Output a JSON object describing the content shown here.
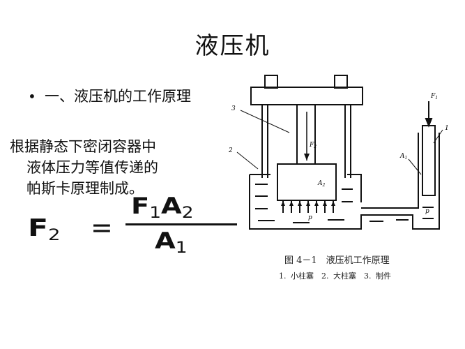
{
  "title": "液压机",
  "bullet": {
    "marker": "•",
    "text": "一、液压机的工作原理"
  },
  "paragraph": {
    "line1": "根据静态下密闭容器中",
    "line2": "液体压力等值传递的",
    "line3": "帕斯卡原理制成。"
  },
  "formula": {
    "lhs": "F",
    "lhs_sub": "2",
    "equals": "=",
    "num_f": "F",
    "num_f_sub": "1",
    "num_a": "A",
    "num_a_sub": "2",
    "den_a": "A",
    "den_a_sub": "1"
  },
  "diagram": {
    "labels": {
      "n1": "1",
      "n2": "2",
      "n3": "3",
      "F1": "F",
      "F1_sub": "1",
      "F2": "F",
      "F2_sub": "2",
      "A1": "A",
      "A1_sub": "1",
      "A2": "A",
      "A2_sub": "2",
      "p_big": "p",
      "p_small": "p"
    }
  },
  "caption": {
    "figure": "图 4－1　液压机工作原理",
    "legend": "1. 小柱塞　2. 大柱塞　3. 制件"
  }
}
